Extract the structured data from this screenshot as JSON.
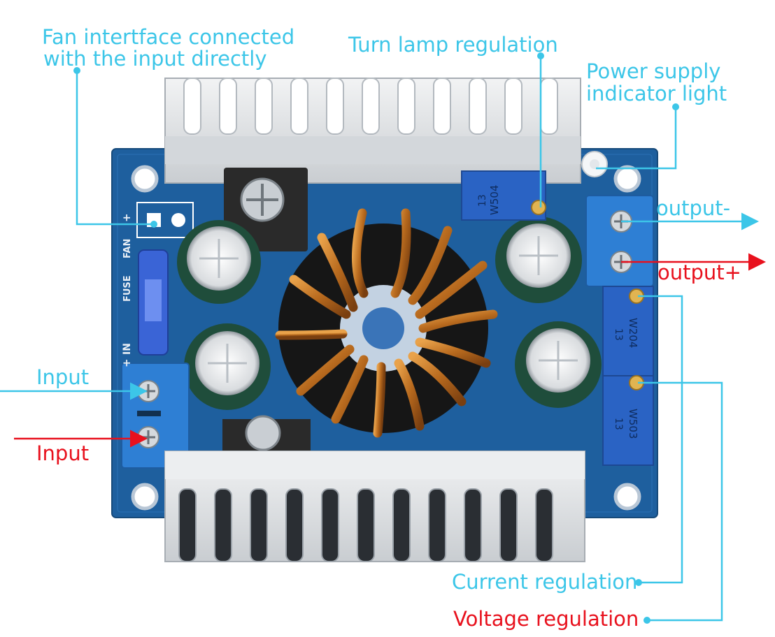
{
  "annotations": {
    "fan_interface_line1": "Fan intertface connected",
    "fan_interface_line2": "with the input directly",
    "turn_lamp": "Turn lamp regulation",
    "power_indicator_line1": "Power supply",
    "power_indicator_line2": "indicator light",
    "output_neg": "output-",
    "output_pos": "output+",
    "input_top": "Input",
    "input_bottom": "Input",
    "current_regulation": "Current regulation",
    "voltage_regulation": "Voltage regulation"
  },
  "board_markings": {
    "fan_label": "FAN",
    "plus": "+",
    "fuse_label": "FUSE",
    "in_label": "IN",
    "in_plus": "+",
    "pot_turn_lamp_code": "W504",
    "pot_turn_lamp_sub": "13",
    "pot_current_code": "W204",
    "pot_current_sub": "13",
    "pot_voltage_code": "W503",
    "pot_voltage_sub": "13"
  },
  "colors": {
    "annotation_cyan": "#3cc6e8",
    "annotation_red": "#e8111d",
    "pcb_blue": "#1e5f9e",
    "heatsink": "#e2e4e6",
    "copper": "#c77a2c",
    "terminal_blue": "#2e7fd4",
    "capacitor_green": "#1f4d3b",
    "trimpot_blue": "#2a63c4"
  }
}
